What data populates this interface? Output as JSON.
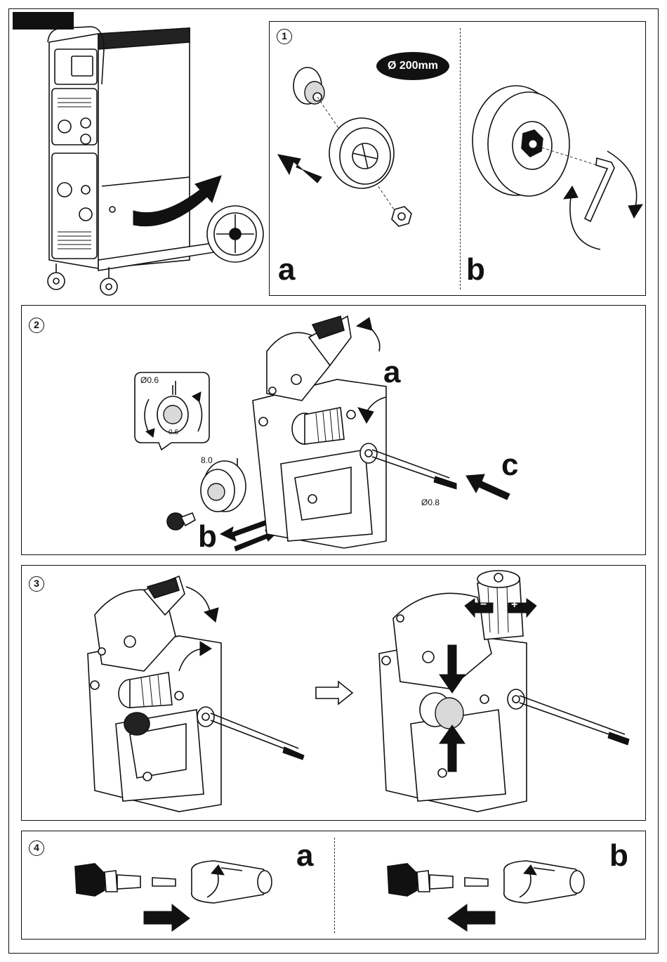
{
  "header": {
    "tab_mark": ""
  },
  "step1": {
    "number": "1",
    "spool_size_label": "Ø 200mm",
    "part_a_letter": "a",
    "part_b_letter": "b"
  },
  "step2": {
    "number": "2",
    "letter_a": "a",
    "letter_b": "b",
    "letter_c": "c",
    "roller_groove_top": "Ø0.6",
    "roller_groove_bottom": "0.6",
    "roller_mark": "8.0",
    "wire_diameter": "Ø0.8"
  },
  "step3": {
    "number": "3",
    "minus": "−",
    "plus": "+"
  },
  "step4": {
    "number": "4",
    "part_a_letter": "a",
    "part_b_letter": "b"
  },
  "colors": {
    "ink": "#111111",
    "paper": "#ffffff",
    "shade": "#d9d9d9"
  }
}
